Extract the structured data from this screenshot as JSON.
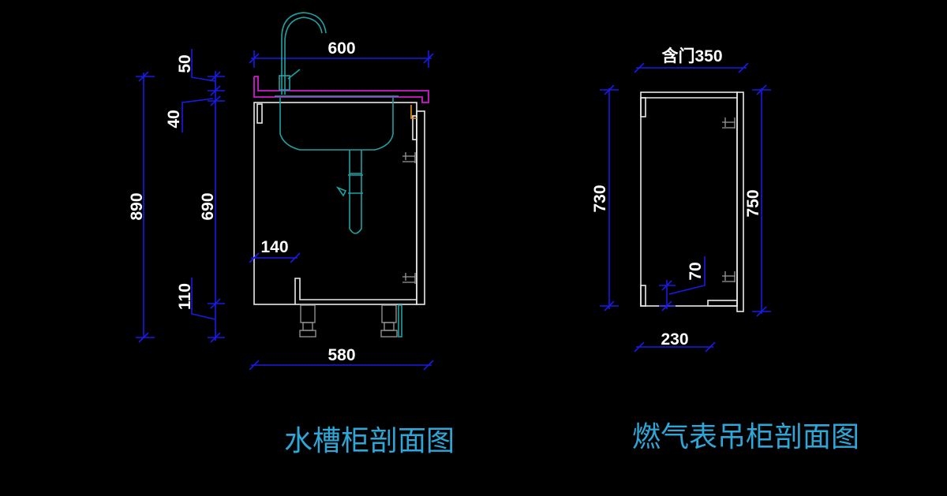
{
  "sink_cabinet": {
    "title": "水槽柜剖面图",
    "dimensions": {
      "total_height": "890",
      "countertop": "50",
      "gap": "40",
      "body_height": "690",
      "toe_kick": "110",
      "top_width": "600",
      "bottom_width": "580",
      "setback": "140"
    }
  },
  "gas_meter_cabinet": {
    "title": "燃气表吊柜剖面图",
    "dimensions": {
      "depth_with_door": "含门350",
      "inner_height": "730",
      "door_height": "750",
      "bottom_offset": "70",
      "bottom_width": "230"
    }
  },
  "colors": {
    "dimension": "#1a1ae6",
    "title": "#2ea6d8",
    "sink": "#1fa3a3",
    "countertop": "#d01ad0"
  }
}
